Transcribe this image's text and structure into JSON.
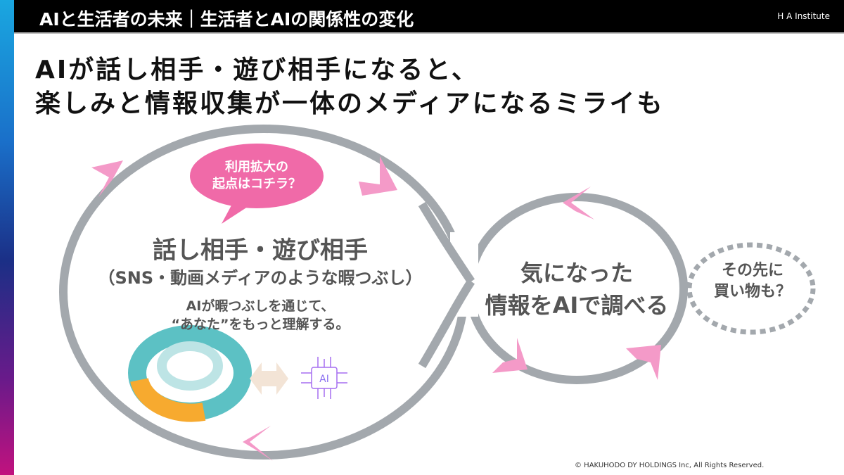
{
  "header": {
    "title": "AIと生活者の未来｜生活者とAIの関係性の変化",
    "logo": "H A Institute"
  },
  "headline": [
    "AIが話し相手・遊び相手になると、",
    "楽しみと情報収集が一体のメディアになるミライも"
  ],
  "bubble": {
    "lines": [
      "利用拡大の",
      "起点はコチラ？"
    ],
    "color": "#f06aa8"
  },
  "left_loop": {
    "title": "話し相手・遊び相手",
    "subtitle": "（SNS・動画メディアのような暇つぶし）",
    "note": [
      "AIが暇つぶしを通じて、",
      "“あなた”をもっと理解する。"
    ],
    "chip_label": "AI"
  },
  "right_loop": {
    "lines": [
      "気になった",
      "情報をAIで調べる"
    ]
  },
  "dotted": {
    "lines": [
      "その先に",
      "買い物も？"
    ]
  },
  "colors": {
    "loop": "#a3a8ad",
    "arrow": "#f49ac8"
  },
  "copyright": "© HAKUHODO DY HOLDINGS  Inc, All  Rights  Reserved."
}
